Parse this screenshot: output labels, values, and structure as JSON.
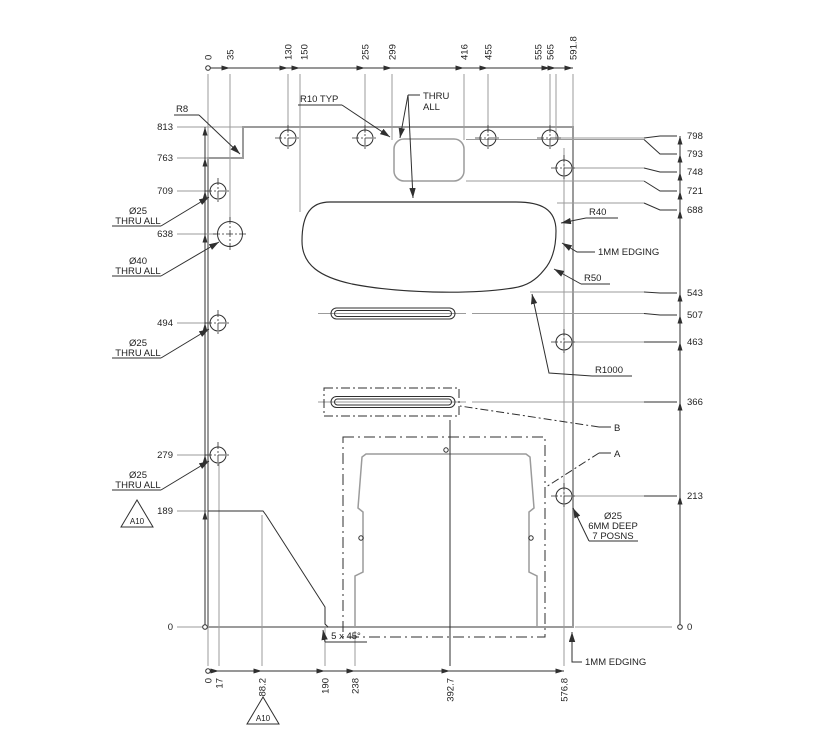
{
  "drawing": {
    "type": "engineering-part-drawing",
    "colors": {
      "line_dark": "#2f2f2f",
      "line_gray": "#9b9b9b",
      "background": "#ffffff"
    },
    "dims": {
      "top": [
        "0",
        "35",
        "130",
        "150",
        "255",
        "299",
        "416",
        "455",
        "555",
        "565",
        "591.8"
      ],
      "left": [
        "813",
        "763",
        "709",
        "638",
        "494",
        "279",
        "189",
        "0"
      ],
      "right": [
        "798",
        "793",
        "748",
        "721",
        "688",
        "543",
        "507",
        "463",
        "366",
        "213",
        "0"
      ],
      "bottom": [
        "0",
        "17",
        "88.2",
        "190",
        "238",
        "392.7",
        "576.8"
      ]
    },
    "ann": {
      "r8": "R8",
      "r10": "R10 TYP",
      "thru": "THRU",
      "all": "ALL",
      "d25": "Ø25",
      "d40": "Ø40",
      "thru_all": "THRU ALL",
      "r40": "R40",
      "r50": "R50",
      "r1000": "R1000",
      "edging": "1MM EDGING",
      "b": "B",
      "a": "A",
      "deep1": "Ø25",
      "deep2": "6MM DEEP",
      "deep3": "7 POSNS",
      "chamfer": "5 x 45°",
      "datum": "A10"
    }
  }
}
